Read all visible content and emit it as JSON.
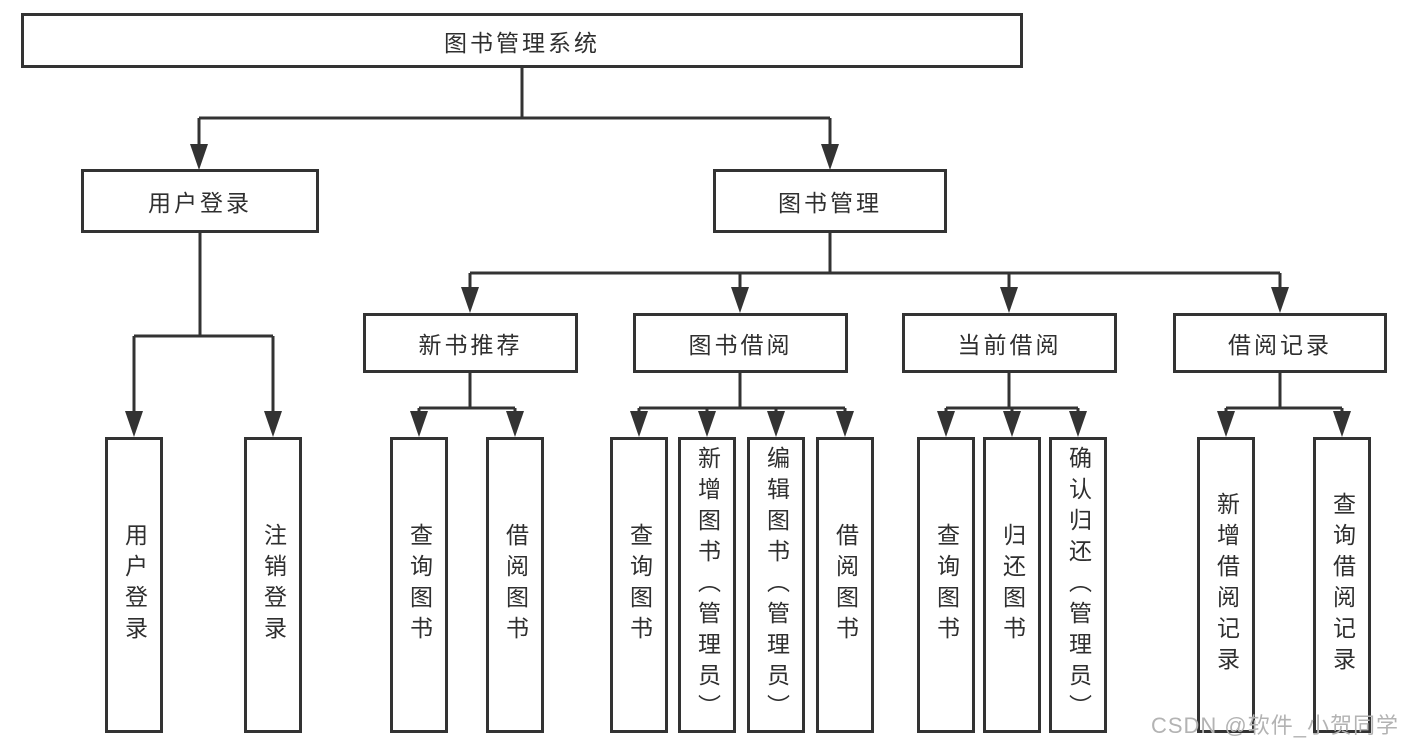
{
  "diagram": {
    "root": {
      "label": "图书管理系统"
    },
    "children": [
      {
        "label": "用户登录",
        "children": [
          {
            "label": "用户登录"
          },
          {
            "label": "注销登录"
          }
        ]
      },
      {
        "label": "图书管理",
        "children": [
          {
            "label": "新书推荐",
            "children": [
              {
                "label": "查询图书"
              },
              {
                "label": "借阅图书"
              }
            ]
          },
          {
            "label": "图书借阅",
            "children": [
              {
                "label": "查询图书"
              },
              {
                "label": "新增图书（管理员）"
              },
              {
                "label": "编辑图书（管理员）"
              },
              {
                "label": "借阅图书"
              }
            ]
          },
          {
            "label": "当前借阅",
            "children": [
              {
                "label": "查询图书"
              },
              {
                "label": "归还图书"
              },
              {
                "label": "确认归还（管理员）"
              }
            ]
          },
          {
            "label": "借阅记录",
            "children": [
              {
                "label": "新增借阅记录"
              },
              {
                "label": "查询借阅记录"
              }
            ]
          }
        ]
      }
    ]
  },
  "watermark": {
    "text": "CSDN @软件_小贺同学"
  },
  "colors": {
    "line": "#333333",
    "text": "#2f2f2f",
    "watermark": "#b3b3b3",
    "background": "#ffffff"
  }
}
